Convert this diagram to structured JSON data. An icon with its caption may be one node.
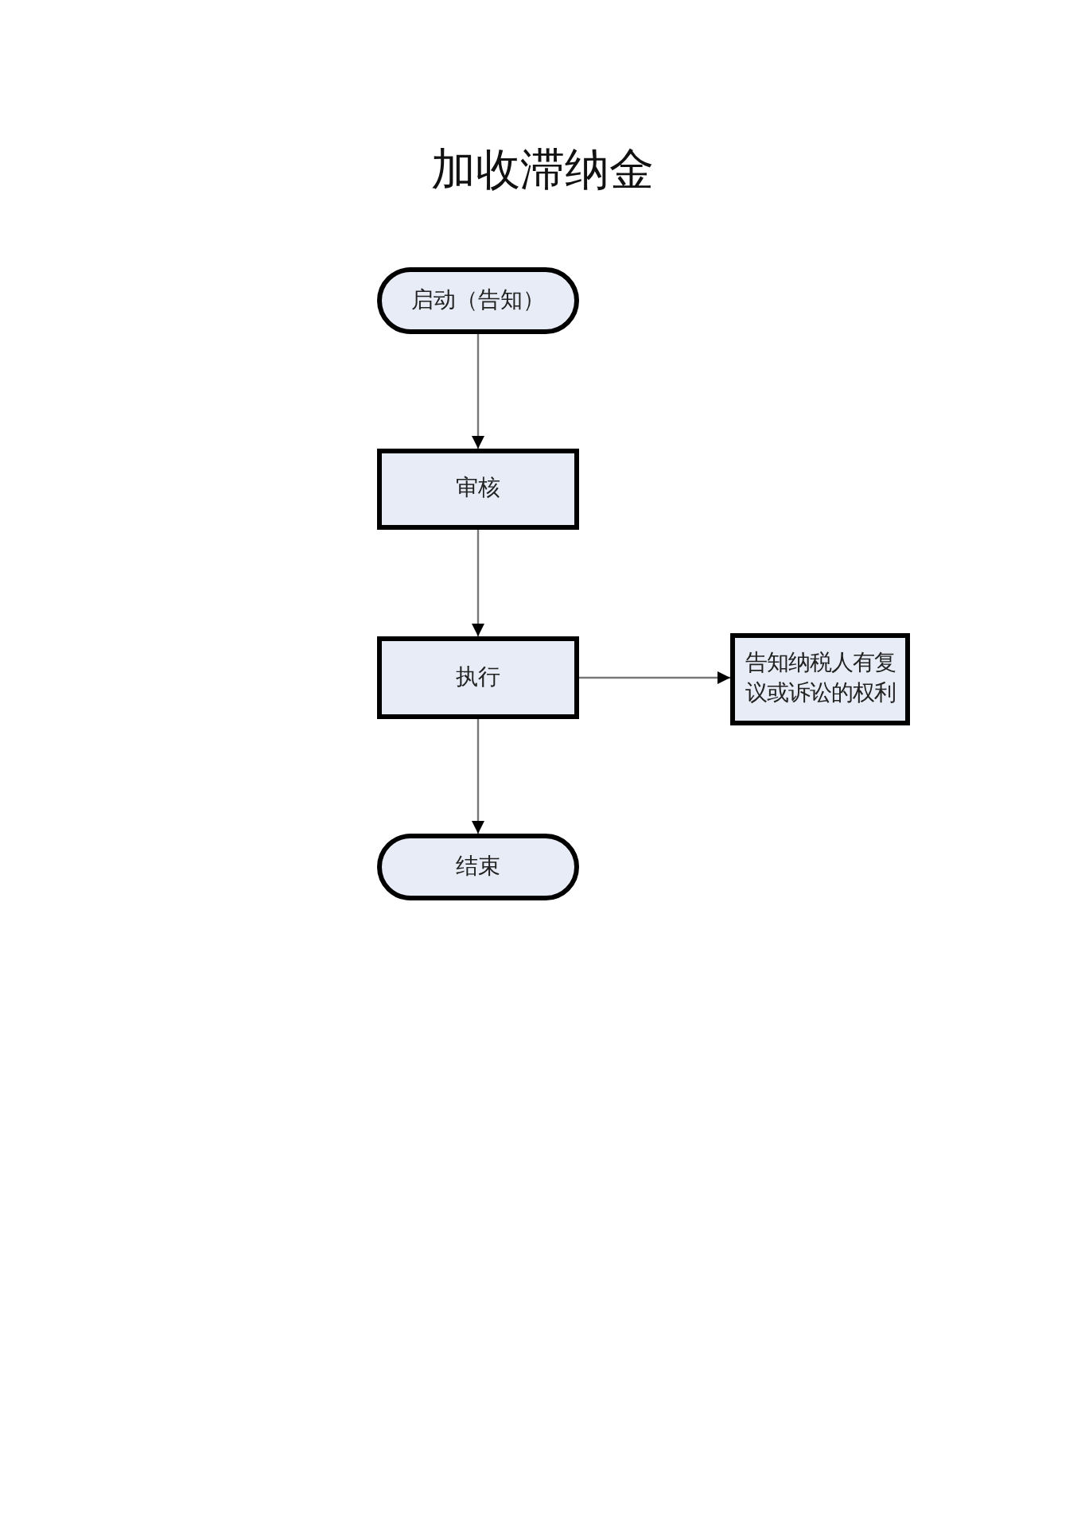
{
  "diagram": {
    "title": "加收滞纳金",
    "nodes": [
      {
        "text": [
          "启动（告知）"
        ]
      },
      {
        "text": [
          "审核"
        ]
      },
      {
        "text": [
          "执行"
        ]
      },
      {
        "text": [
          "告知纳税人有复议或诉讼的权利"
        ]
      },
      {
        "text": [
          "结束"
        ]
      }
    ],
    "edges": [
      {
        "from": 0,
        "to": 1,
        "arrow": "to"
      },
      {
        "from": 1,
        "to": 2,
        "arrow": "to"
      },
      {
        "from": 2,
        "to": 3,
        "arrow": "to"
      },
      {
        "from": 2,
        "to": 4,
        "arrow": "to"
      }
    ]
  }
}
